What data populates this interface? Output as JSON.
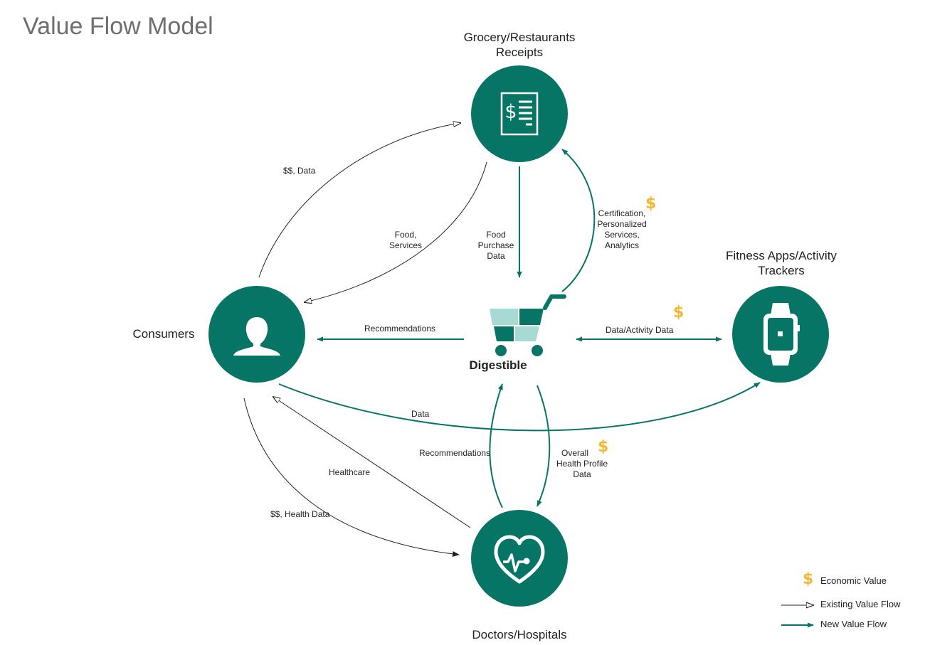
{
  "title": "Value Flow Model",
  "colors": {
    "teal": "#077566",
    "teal_light": "#a6dad3",
    "gold": "#f5b731",
    "text": "#222222"
  },
  "hub": {
    "label": "Digestible",
    "icon": "shopping-cart-icon"
  },
  "nodes": {
    "grocery": {
      "label_line1": "Grocery/Restaurants",
      "label_line2": "Receipts",
      "icon": "receipt-icon"
    },
    "consumers": {
      "label": "Consumers",
      "icon": "person-icon"
    },
    "fitness": {
      "label_line1": "Fitness Apps/Activity",
      "label_line2": "Trackers",
      "icon": "smartwatch-icon"
    },
    "doctors": {
      "label": "Doctors/Hospitals",
      "icon": "heart-pulse-icon"
    }
  },
  "flows": {
    "consumers_to_grocery": "$$, Data",
    "grocery_to_consumers_l1": "Food,",
    "grocery_to_consumers_l2": "Services",
    "grocery_to_hub_l1": "Food",
    "grocery_to_hub_l2": "Purchase",
    "grocery_to_hub_l3": "Data",
    "hub_to_grocery_l1": "Certification,",
    "hub_to_grocery_l2": "Personalized",
    "hub_to_grocery_l3": "Services,",
    "hub_to_grocery_l4": "Analytics",
    "hub_to_consumers": "Recommendations",
    "hub_fitness": "Data/Activity Data",
    "consumers_to_fitness": "Data",
    "doctors_to_hub": "Recommendations",
    "hub_to_doctors_l1": "Overall",
    "hub_to_doctors_l2": "Health Profile",
    "hub_to_doctors_l3": "Data",
    "doctors_to_consumers": "Healthcare",
    "consumers_to_doctors": "$$, Health Data"
  },
  "money_symbol": "$",
  "legend": {
    "economic": "Economic Value",
    "existing": "Existing Value Flow",
    "new": "New Value Flow"
  }
}
